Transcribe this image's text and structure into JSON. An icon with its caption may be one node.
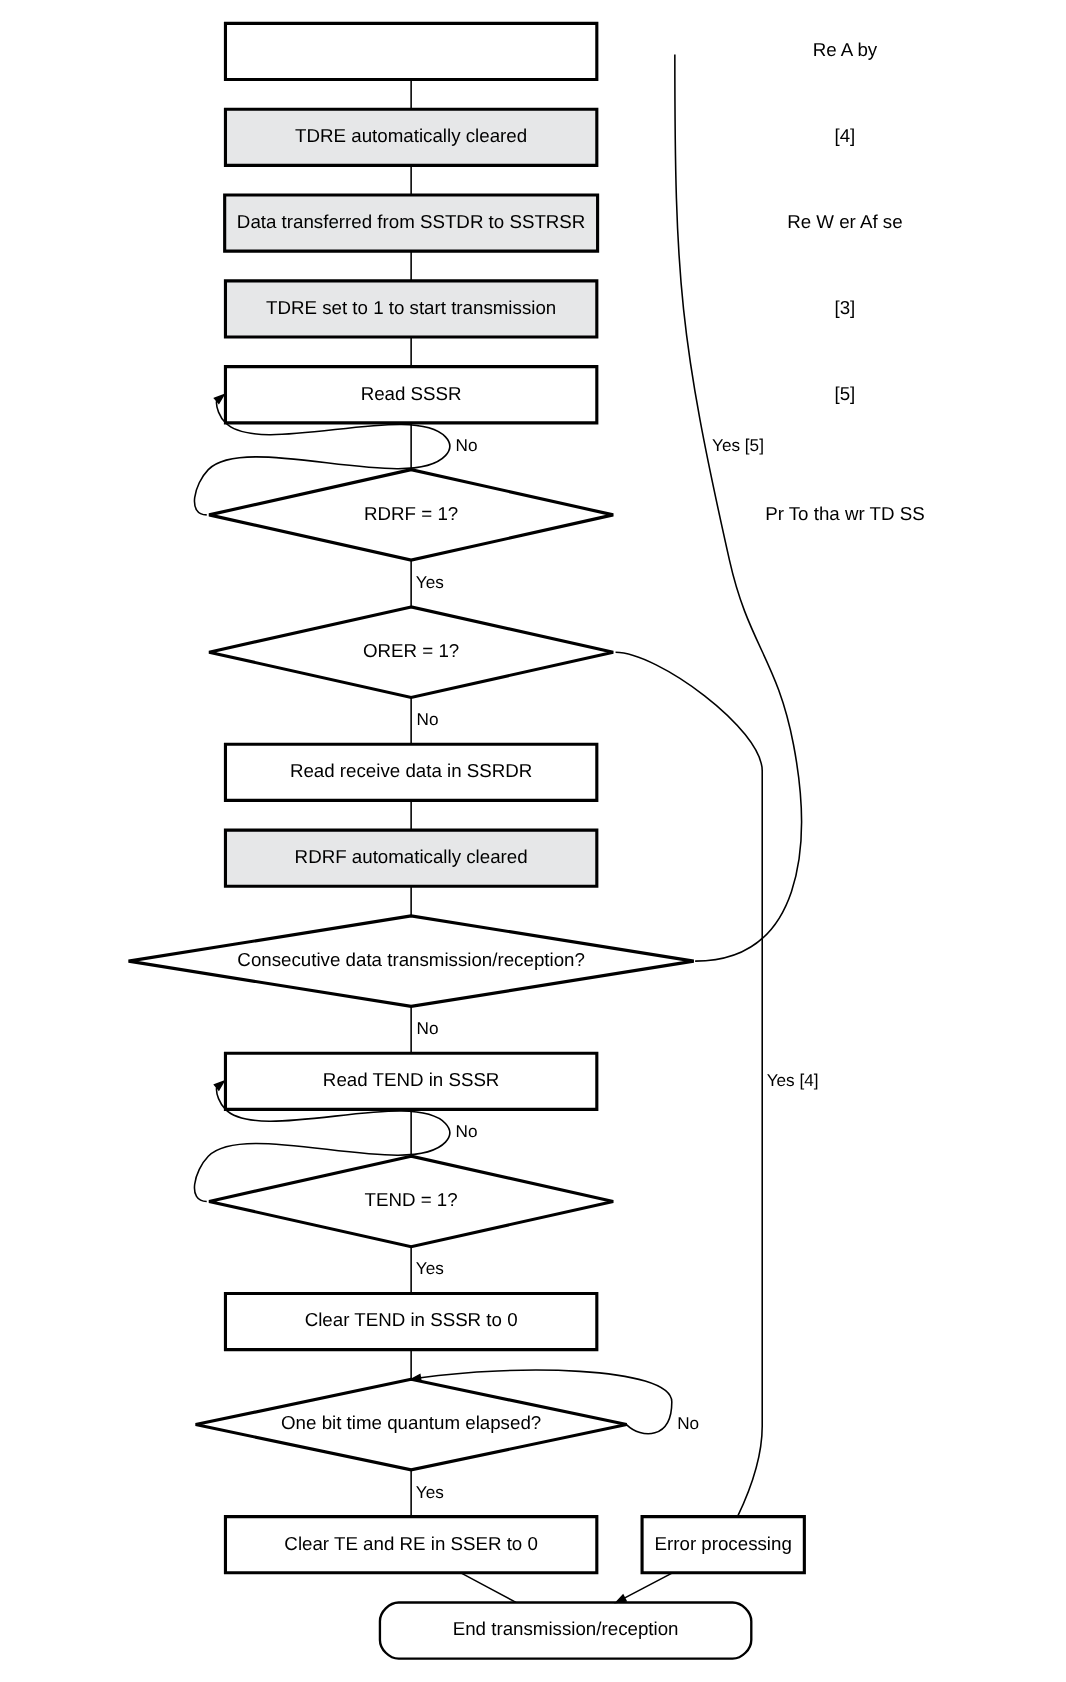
{
  "diagram": {
    "nodes": [
      {
        "text": [],
        "shape": "box"
      },
      {
        "text": [
          "TDRE automatically cleared"
        ]
      },
      {
        "text": [
          "Data transferred from SSTDR to SSTRSR"
        ]
      },
      {
        "text": [
          "TDRE set to 1 to start transmission"
        ]
      },
      {
        "text": [
          "Read SSSR"
        ]
      },
      {
        "text": [
          "RDRF = 1?"
        ]
      },
      {
        "text": [
          "ORER = 1?"
        ]
      },
      {
        "text": [
          "Read receive data in SSRDR"
        ]
      },
      {
        "text": [
          "RDRF automatically cleared"
        ]
      },
      {
        "text": [
          "Consecutive data transmission/reception?"
        ]
      },
      {
        "text": [
          "Read TEND in SSSR"
        ]
      },
      {
        "text": [
          "TEND = 1?"
        ]
      },
      {
        "text": [
          "Clear TEND in SSSR to 0"
        ]
      },
      {
        "text": [
          "One bit time quantum elapsed?"
        ]
      },
      {
        "text": [
          "Clear TE and RE in SSER to 0"
        ]
      },
      {
        "text": [
          "Error processing"
        ]
      },
      {
        "text": [
          "End transmission/reception"
        ]
      }
    ],
    "edges": [
      {
        "from": 0,
        "to": 1,
        "arrow": "none"
      },
      {
        "from": 1,
        "to": 2,
        "arrow": "none"
      },
      {
        "from": 2,
        "to": 3,
        "arrow": "none"
      },
      {
        "from": 3,
        "to": 4,
        "arrow": "none"
      },
      {
        "from": 4,
        "to": 5,
        "arrow": "none"
      },
      {
        "from": 5,
        "to": 4,
        "arrow": "to",
        "label": "No"
      },
      {
        "from": 5,
        "to": 6,
        "arrow": "none",
        "label": "Yes"
      },
      {
        "from": 6,
        "to": 15,
        "arrow": "none",
        "label": "Yes [4]"
      },
      {
        "from": 6,
        "to": 7,
        "arrow": "none",
        "label": "No"
      },
      {
        "from": 7,
        "to": 8,
        "arrow": "none"
      },
      {
        "from": 8,
        "to": 9,
        "arrow": "none"
      },
      {
        "from": 9,
        "to": null,
        "arrow": "none",
        "label": "Yes [5]"
      },
      {
        "from": 9,
        "to": 10,
        "arrow": "none",
        "label": "No"
      },
      {
        "from": 10,
        "to": 11,
        "arrow": "none"
      },
      {
        "from": 11,
        "to": 10,
        "arrow": "to",
        "label": "No"
      },
      {
        "from": 11,
        "to": 12,
        "arrow": "none",
        "label": "Yes"
      },
      {
        "from": 12,
        "to": 13,
        "arrow": "none"
      },
      {
        "from": 13,
        "to": 13,
        "arrow": "to",
        "label": "No"
      },
      {
        "from": 13,
        "to": 14,
        "arrow": "none",
        "label": "Yes"
      },
      {
        "from": 14,
        "to": 16,
        "arrow": "none"
      },
      {
        "from": 15,
        "to": 16,
        "arrow": "to"
      }
    ],
    "labels": [
      "Re A by",
      "[4]",
      "Re W er Af se",
      "[3]",
      "[5]",
      "Pr To tha wr TD SS"
    ]
  }
}
